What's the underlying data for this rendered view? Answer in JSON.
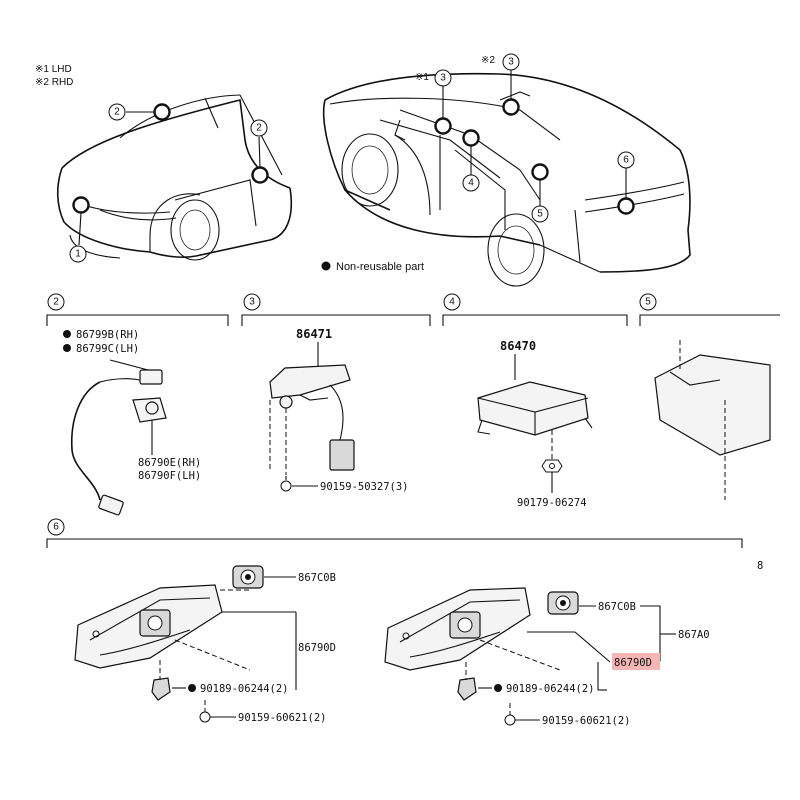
{
  "notes": {
    "lhd": "※1 LHD",
    "rhd": "※2 RHD",
    "note1": "※1",
    "note2": "※2"
  },
  "legend": {
    "label": "Non-reusable part"
  },
  "callouts": {
    "c1": "1",
    "c2": "2",
    "c3": "3",
    "c4": "4",
    "c5": "5",
    "c6": "6"
  },
  "panel2": {
    "pn_a": "86799B(RH)",
    "pn_b": "86799C(LH)",
    "pn_c": "86790E(RH)",
    "pn_d": "86790F(LH)"
  },
  "panel3": {
    "pn_main": "86471",
    "pn_bolt": "90159-50327(3)"
  },
  "panel4": {
    "pn_main": "86470",
    "pn_nut": "90179-06274"
  },
  "panel6": {
    "left": {
      "pn_camera": "867C0B",
      "pn_assy": "86790D",
      "pn_clip": "90189-06244(2)",
      "pn_screw": "90159-60621(2)"
    },
    "right": {
      "pn_camera": "867C0B",
      "pn_assy": "86790D",
      "pn_kit": "867A0",
      "pn_clip": "90189-06244(2)",
      "pn_screw": "90159-60621(2)"
    },
    "edge_char": "8"
  },
  "colors": {
    "highlight": "#f7b6b6",
    "line": "#111111"
  }
}
